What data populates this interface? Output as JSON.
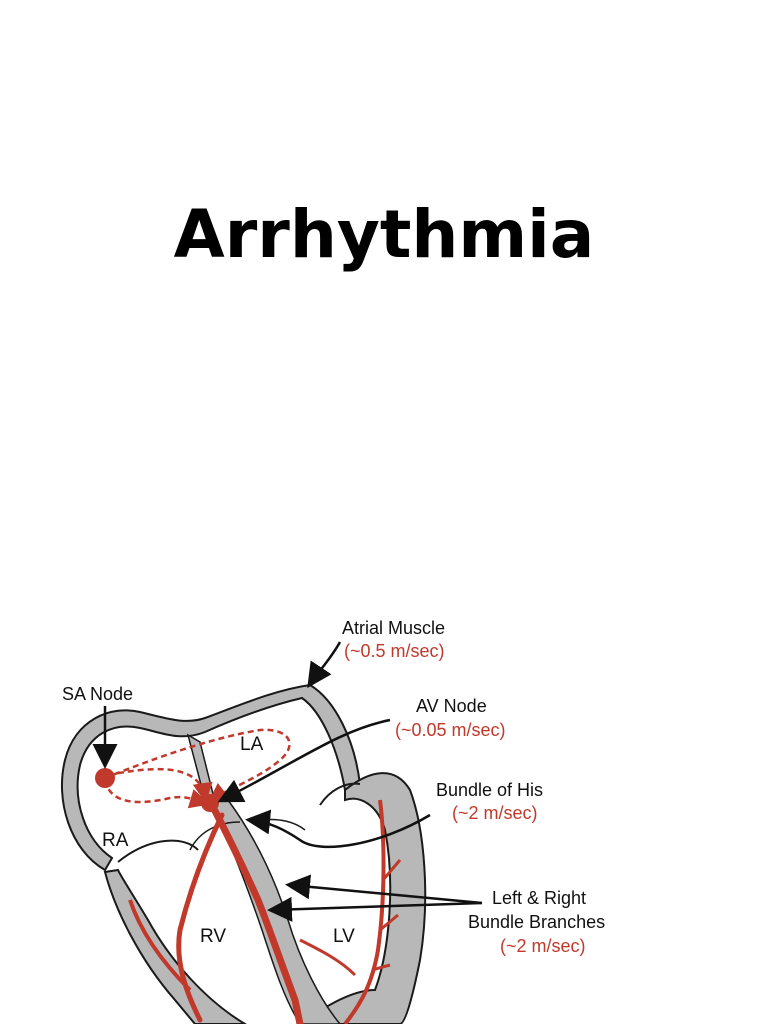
{
  "title": "Arrhythmia",
  "diagram": {
    "colors": {
      "conduction": "#c0392b",
      "muscle": "#b8b8b8",
      "outline": "#1a1a1a"
    },
    "labels": {
      "atrial_muscle": "Atrial Muscle",
      "atrial_muscle_speed": "(~0.5 m/sec)",
      "sa_node": "SA Node",
      "av_node": "AV Node",
      "av_node_speed": "(~0.05 m/sec)",
      "bundle_of_his": "Bundle of His",
      "bundle_of_his_speed": "(~2 m/sec)",
      "bundle_branches_line1": "Left & Right",
      "bundle_branches_line2": "Bundle Branches",
      "bundle_branches_speed": "(~2 m/sec)"
    },
    "chambers": {
      "ra": "RA",
      "la": "LA",
      "rv": "RV",
      "lv": "LV"
    }
  }
}
